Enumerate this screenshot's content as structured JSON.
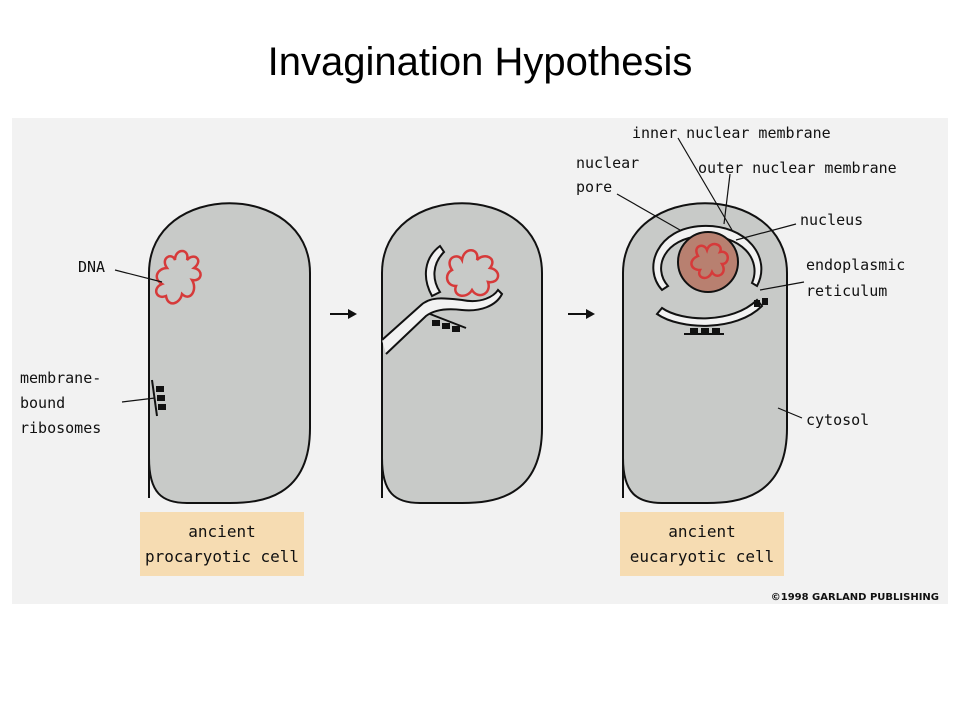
{
  "title": "Invagination Hypothesis",
  "colors": {
    "cell_fill": "#c8cac8",
    "dna": "#d63a3a",
    "nucleus_fill": "#b88070",
    "caption_box": "#f6dcb2",
    "figure_bg": "#f2f2f2"
  },
  "labels": {
    "dna": "DNA",
    "membrane_line1": "membrane-",
    "membrane_line2": "bound",
    "membrane_line3": "ribosomes",
    "inner_nuclear_membrane": "inner nuclear membrane",
    "nuclear_line1": "nuclear",
    "nuclear_line2": "pore",
    "outer_nuclear_membrane": "outer nuclear membrane",
    "nucleus": "nucleus",
    "er_line1": "endoplasmic",
    "er_line2": "reticulum",
    "cytosol": "cytosol"
  },
  "captions": {
    "left_line1": "ancient",
    "left_line2": "procaryotic cell",
    "right_line1": "ancient",
    "right_line2": "eucaryotic cell"
  },
  "copyright": "©1998 GARLAND PUBLISHING",
  "icons": [
    "right-arrow-icon",
    "ribosome-icon"
  ]
}
